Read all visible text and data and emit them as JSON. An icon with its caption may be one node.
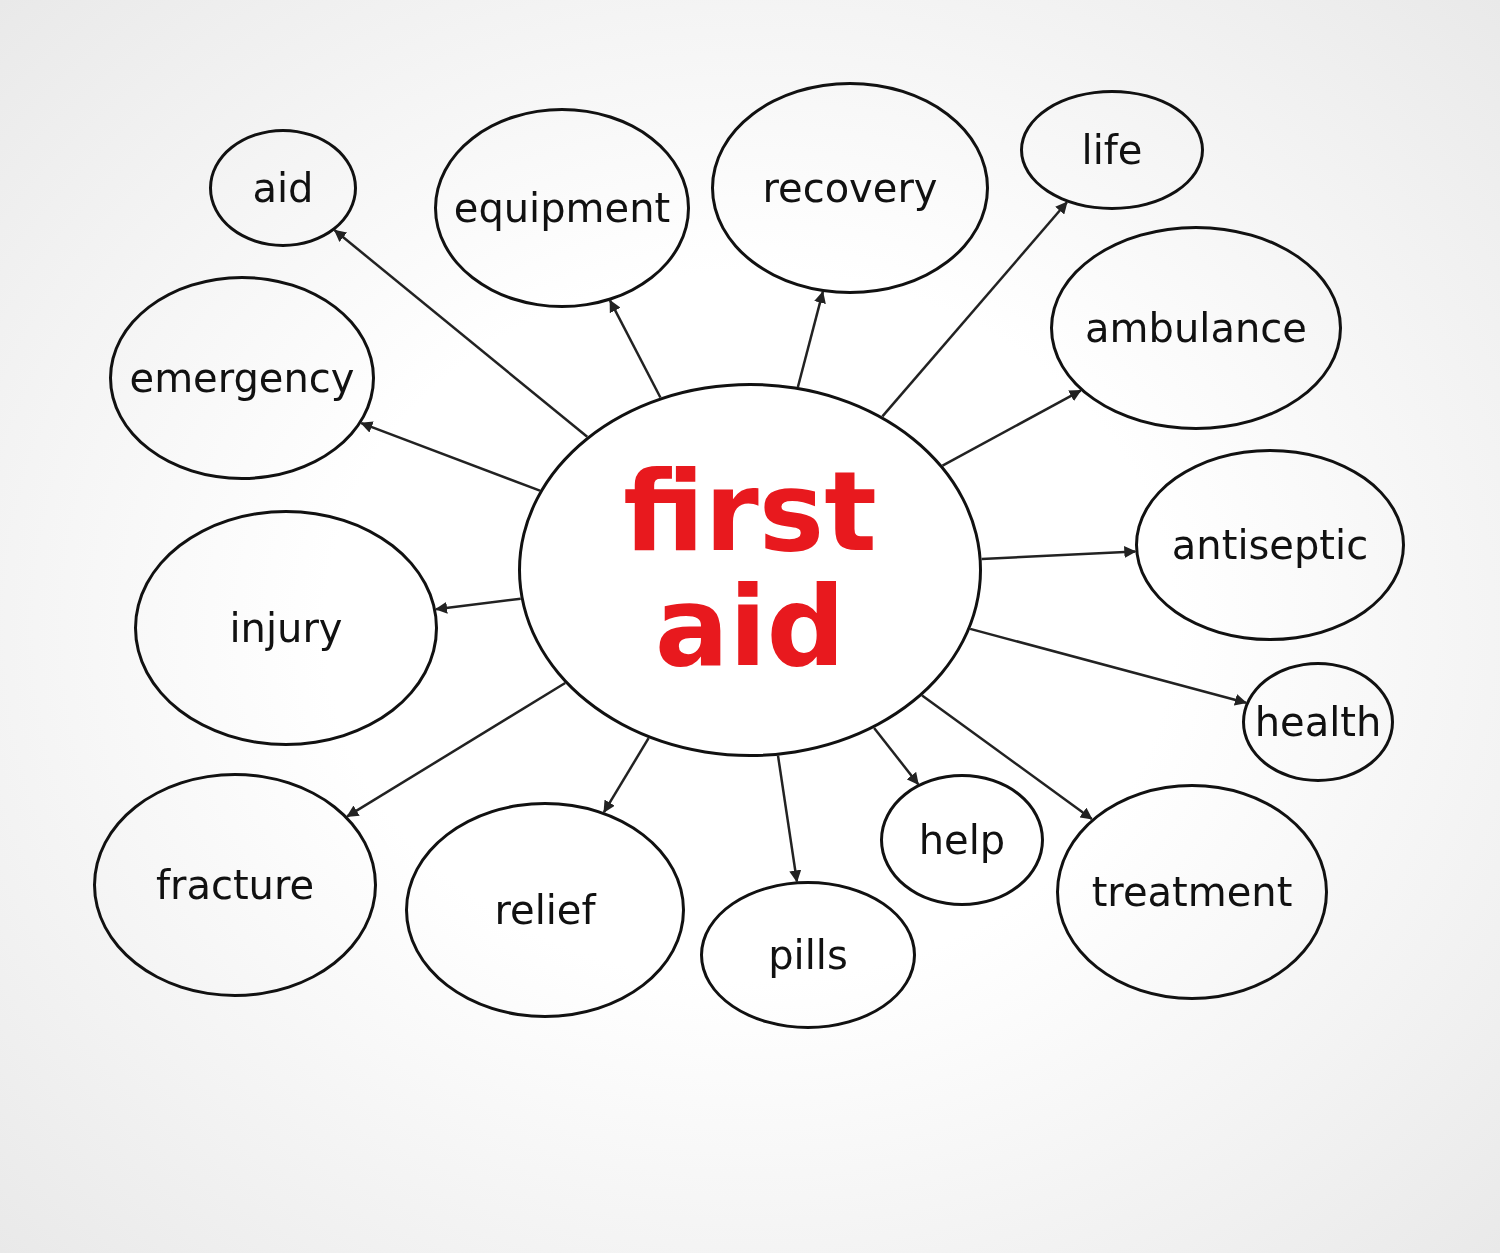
{
  "diagram": {
    "nodes": [
      {
        "text": [
          "first aid"
        ]
      },
      {
        "text": [
          "aid"
        ]
      },
      {
        "text": [
          "equipment"
        ]
      },
      {
        "text": [
          "recovery"
        ]
      },
      {
        "text": [
          "life"
        ]
      },
      {
        "text": [
          "emergency"
        ]
      },
      {
        "text": [
          "ambulance"
        ]
      },
      {
        "text": [
          "antiseptic"
        ]
      },
      {
        "text": [
          "injury"
        ]
      },
      {
        "text": [
          "health"
        ]
      },
      {
        "text": [
          "fracture"
        ]
      },
      {
        "text": [
          "relief"
        ]
      },
      {
        "text": [
          "pills"
        ]
      },
      {
        "text": [
          "help"
        ]
      },
      {
        "text": [
          "treatment"
        ]
      }
    ],
    "edges": [
      {
        "from": 0,
        "to": 1,
        "arrow": "to"
      },
      {
        "from": 0,
        "to": 2,
        "arrow": "to"
      },
      {
        "from": 0,
        "to": 3,
        "arrow": "to"
      },
      {
        "from": 0,
        "to": 4,
        "arrow": "to"
      },
      {
        "from": 0,
        "to": 5,
        "arrow": "to"
      },
      {
        "from": 0,
        "to": 6,
        "arrow": "to"
      },
      {
        "from": 0,
        "to": 7,
        "arrow": "to"
      },
      {
        "from": 0,
        "to": 8,
        "arrow": "to"
      },
      {
        "from": 0,
        "to": 9,
        "arrow": "to"
      },
      {
        "from": 0,
        "to": 10,
        "arrow": "to"
      },
      {
        "from": 0,
        "to": 11,
        "arrow": "to"
      },
      {
        "from": 0,
        "to": 12,
        "arrow": "to"
      },
      {
        "from": 0,
        "to": 13,
        "arrow": "to"
      },
      {
        "from": 0,
        "to": 14,
        "arrow": "to"
      }
    ]
  }
}
